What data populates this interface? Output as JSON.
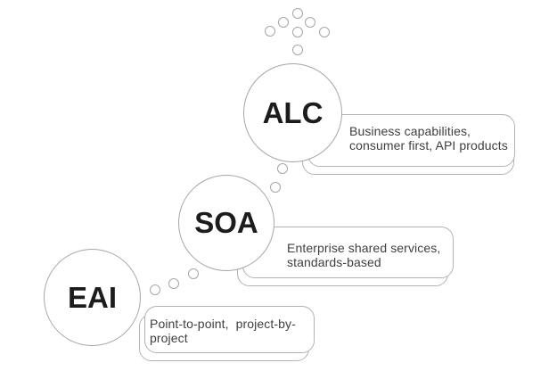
{
  "diagram": {
    "type": "staged-evolution-diagram",
    "stages": [
      {
        "label": "EAI",
        "description": "Point-to-point,  project-by-\nproject"
      },
      {
        "label": "SOA",
        "description": "Enterprise shared services,\nstandards-based"
      },
      {
        "label": "ALC",
        "description": "Business capabilities,\nconsumer first, API products"
      }
    ],
    "decorations": {
      "trail_dots_eai_to_soa": 3,
      "trail_dots_soa_to_alc": 2,
      "burst_dots_above_alc": 7
    },
    "colors": {
      "background": "#ffffff",
      "circle_outline": "#a6a6a6",
      "callout_outline": "#b3b3b3",
      "label_text": "#1c1c1c",
      "description_text": "#404040"
    }
  }
}
